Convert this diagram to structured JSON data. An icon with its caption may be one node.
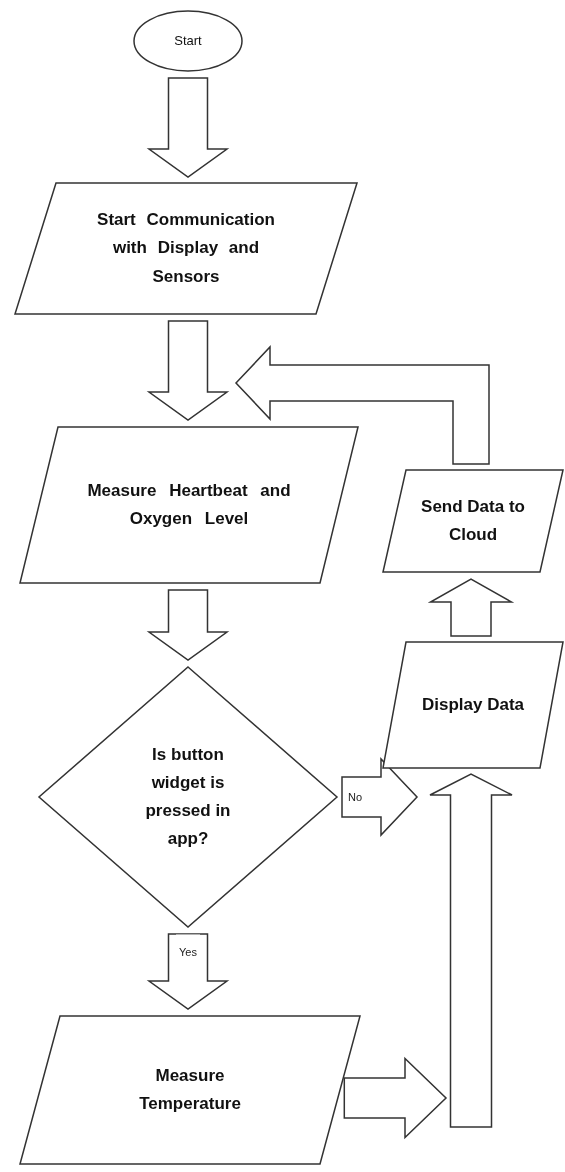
{
  "diagram": {
    "nodes": [
      {
        "text": [
          "Start"
        ]
      },
      {
        "text": [
          "Start Communication with Display and Sensors"
        ]
      },
      {
        "text": [
          "Measure Heartbeat and Oxygen Level"
        ]
      },
      {
        "text": [
          "Is button widget is pressed in app?"
        ]
      },
      {
        "text": [
          "Measure Temperature"
        ]
      },
      {
        "text": [
          "Display Data"
        ]
      },
      {
        "text": [
          "Send Data to Cloud"
        ]
      }
    ],
    "edges": [
      {
        "from": 0,
        "to": 1,
        "arrow": "to"
      },
      {
        "from": 1,
        "to": 2,
        "arrow": "to"
      },
      {
        "from": 2,
        "to": 3,
        "arrow": "to"
      },
      {
        "from": 3,
        "to": 5,
        "arrow": "to",
        "label": "No"
      },
      {
        "from": 3,
        "to": 4,
        "arrow": "to",
        "label": "Yes"
      },
      {
        "from": 4,
        "to": 5,
        "arrow": "to"
      },
      {
        "from": 5,
        "to": 6,
        "arrow": "to"
      },
      {
        "from": 6,
        "to": 2,
        "arrow": "to"
      }
    ]
  }
}
